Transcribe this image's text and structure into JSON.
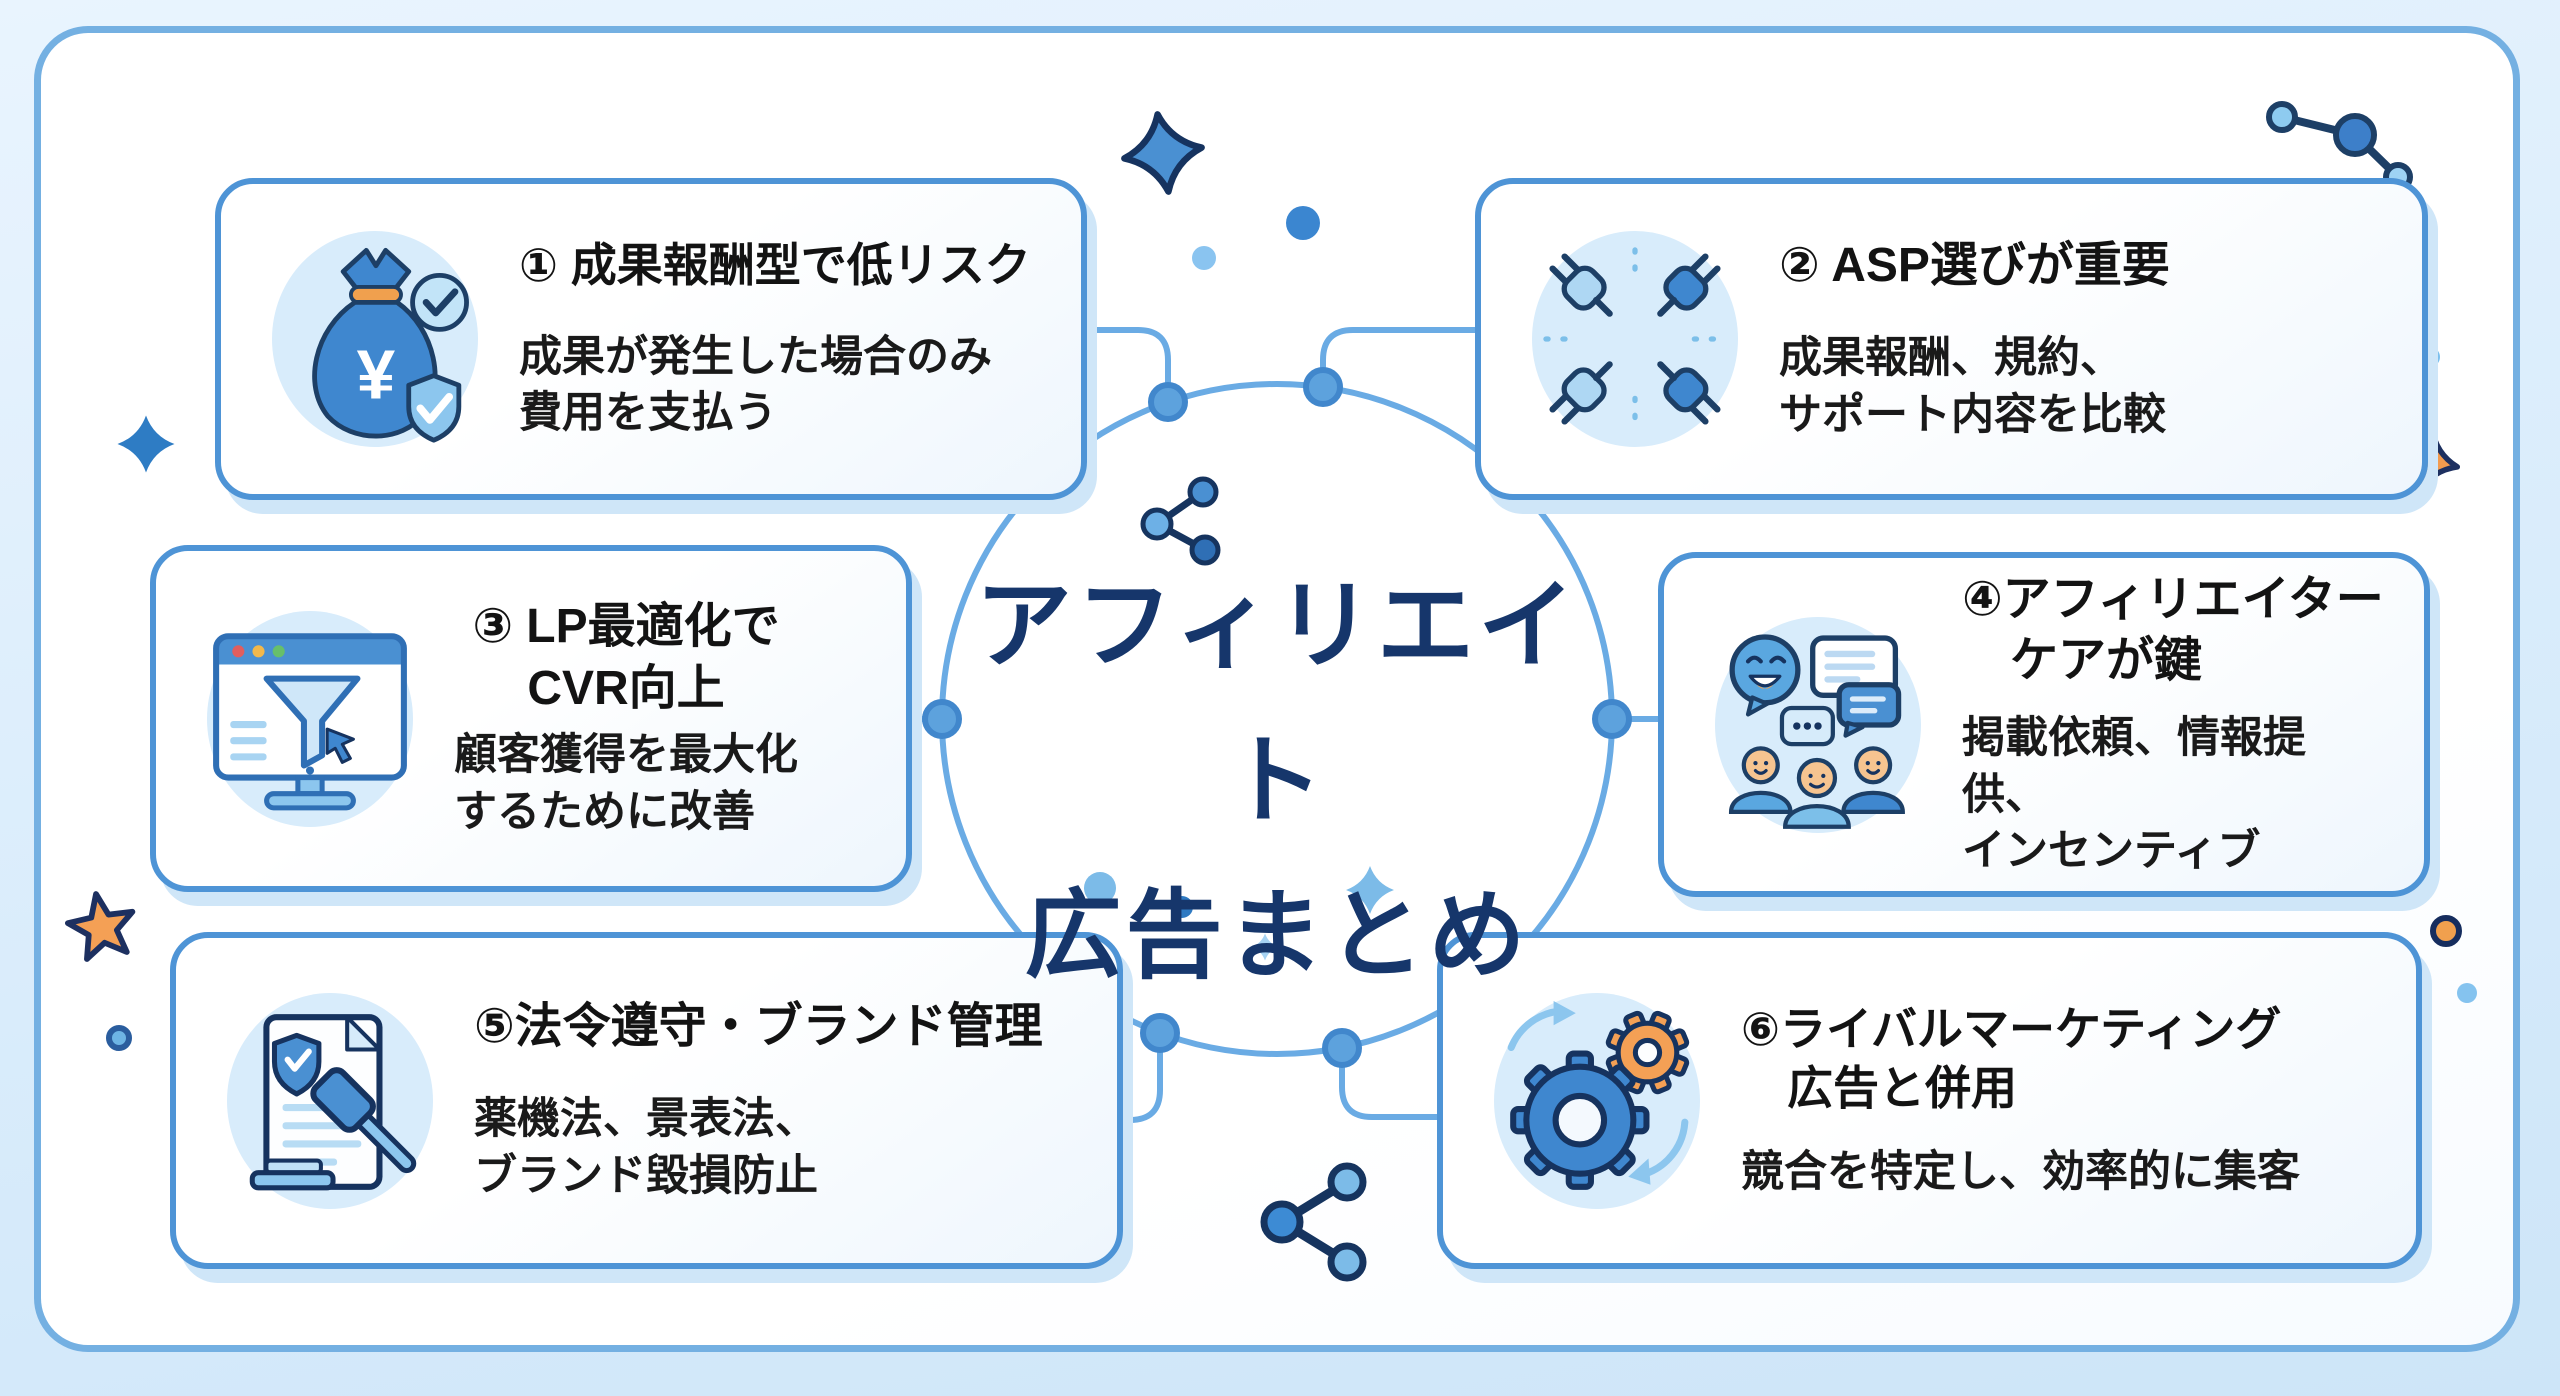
{
  "center": {
    "title": "アフィリエイト\n広告まとめ"
  },
  "cards": [
    {
      "icon": "money-bag-shield-icon",
      "title": "① 成果報酬型で低リスク",
      "desc": "成果が発生した場合のみ\n費用を支払う",
      "icon_text": "¥"
    },
    {
      "icon": "plugs-connection-icon",
      "title": "② ASP選びが重要",
      "desc": "成果報酬、規約、\nサポート内容を比較"
    },
    {
      "icon": "landing-page-funnel-icon",
      "title": "③ LP最適化で\nCVR向上",
      "desc": "顧客獲得を最大化\nするために改善"
    },
    {
      "icon": "community-chat-icon",
      "title": "④アフィリエイター\n　ケアが鍵",
      "desc": "掲載依頼、情報提供、\nインセンティブ"
    },
    {
      "icon": "legal-gavel-document-icon",
      "title": "⑤法令遵守・ブランド管理",
      "desc": "薬機法、景表法、\nブランド毀損防止"
    },
    {
      "icon": "gears-sync-icon",
      "title": "⑥ライバルマーケティング\n　広告と併用",
      "desc": "競合を特定し、効率的に集客"
    }
  ],
  "colors": {
    "card_border": "#4e94d6",
    "circle_stroke": "#6aabe4",
    "connector": "#6aabe4",
    "node_fill": "#5da2dd",
    "title_text": "#16366b",
    "accent_orange": "#f4a055",
    "navy_outline": "#16335f",
    "panel_border": "#74b0e2"
  }
}
